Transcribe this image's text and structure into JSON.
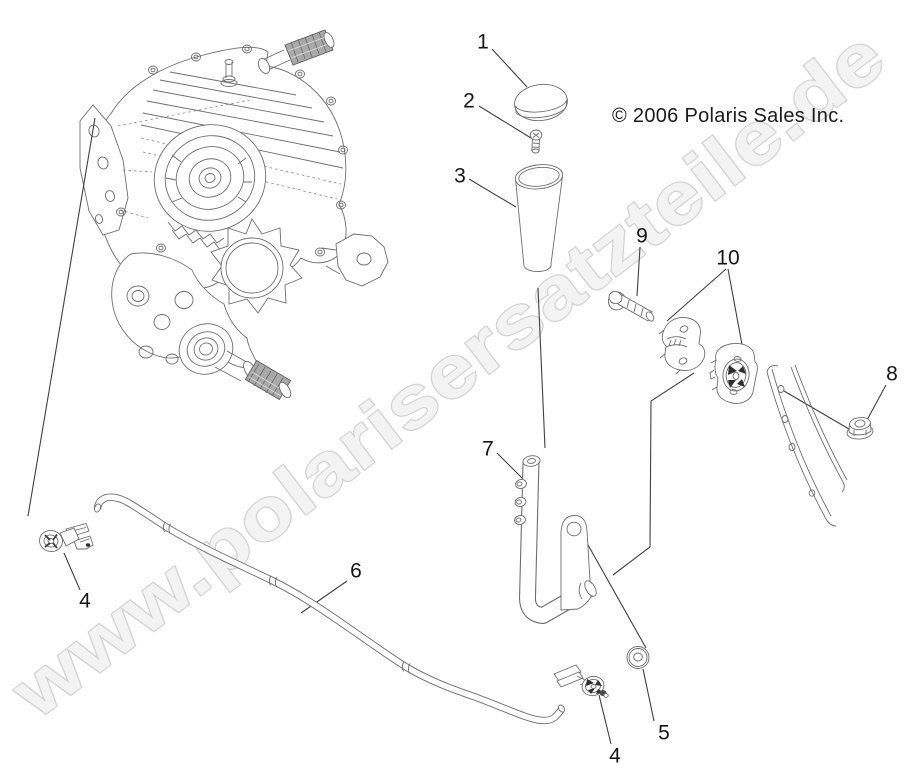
{
  "watermark": {
    "text": "www.polarisersatzteile.de",
    "fill": "#f3f3f3",
    "outline": "#d4d4d4"
  },
  "copyright": {
    "text": "© 2006 Polaris Sales Inc.",
    "color": "#1c1c1c"
  },
  "diagram": {
    "line_color": "#6e6e6e",
    "leader_color": "#404040",
    "callouts": {
      "c1": "1",
      "c2": "2",
      "c3": "3",
      "c4": "4",
      "c5": "5",
      "c6": "6",
      "c7": "7",
      "c8": "8",
      "c9": "9",
      "c10": "10"
    }
  }
}
